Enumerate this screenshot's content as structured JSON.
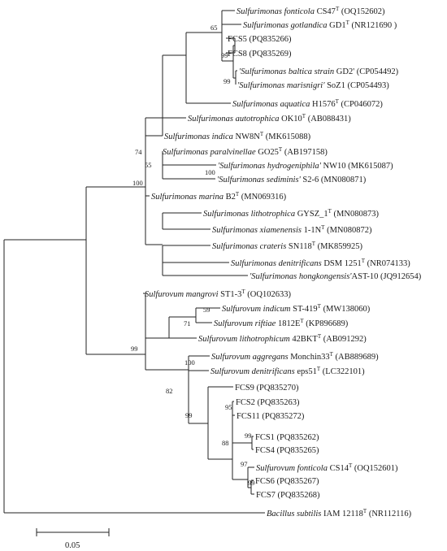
{
  "taxa": [
    {
      "id": "t1",
      "parts": [
        {
          "t": "Sulfurimonas fonticola",
          "i": true
        },
        {
          "t": " CS47"
        },
        {
          "t": "T",
          "s": true
        },
        {
          "t": " (OQ152602)"
        }
      ]
    },
    {
      "id": "t2",
      "parts": [
        {
          "t": "Sulfurimonas gotlandica",
          "i": true
        },
        {
          "t": " GD1"
        },
        {
          "t": "T",
          "s": true
        },
        {
          "t": " (NR121690 )"
        }
      ]
    },
    {
      "id": "t3",
      "parts": [
        {
          "t": "FCS5 (PQ835266)"
        }
      ]
    },
    {
      "id": "t4",
      "parts": [
        {
          "t": "FCS8 (PQ835269)"
        }
      ]
    },
    {
      "id": "t5",
      "parts": [
        {
          "t": "'Sulfurimonas baltica strain",
          "i": true
        },
        {
          "t": " GD2' (CP054492)"
        }
      ]
    },
    {
      "id": "t6",
      "parts": [
        {
          "t": "'Sulfurimonas marisnigri'",
          "i": true
        },
        {
          "t": " SoZ1 (CP054493)"
        }
      ]
    },
    {
      "id": "t7",
      "parts": [
        {
          "t": "Sulfurimonas aquatica",
          "i": true
        },
        {
          "t": " H1576"
        },
        {
          "t": "T",
          "s": true
        },
        {
          "t": " (CP046072)"
        }
      ]
    },
    {
      "id": "t8",
      "parts": [
        {
          "t": "Sulfurimonas autotrophica",
          "i": true
        },
        {
          "t": " OK10"
        },
        {
          "t": "T",
          "s": true
        },
        {
          "t": " (AB088431)"
        }
      ]
    },
    {
      "id": "t9",
      "parts": [
        {
          "t": "Sulfurimonas indica",
          "i": true
        },
        {
          "t": " NW8N"
        },
        {
          "t": "T",
          "s": true
        },
        {
          "t": " (MK615088)"
        }
      ]
    },
    {
      "id": "t10",
      "parts": [
        {
          "t": "Sulfurimonas paralvinellae",
          "i": true
        },
        {
          "t": " GO25"
        },
        {
          "t": "T",
          "s": true
        },
        {
          "t": " (AB197158)"
        }
      ]
    },
    {
      "id": "t11",
      "parts": [
        {
          "t": "'Sulfurimonas hydrogeniphila'",
          "i": true
        },
        {
          "t": " NW10 (MK615087)"
        }
      ]
    },
    {
      "id": "t12",
      "parts": [
        {
          "t": "'Sulfurimonas sediminis'",
          "i": true
        },
        {
          "t": " S2-6 (MN080871)"
        }
      ]
    },
    {
      "id": "t13",
      "parts": [
        {
          "t": "Sulfurimonas marina",
          "i": true
        },
        {
          "t": " B2"
        },
        {
          "t": "T",
          "s": true
        },
        {
          "t": " (MN069316)"
        }
      ]
    },
    {
      "id": "t14",
      "parts": [
        {
          "t": "Sulfurimonas lithotrophica",
          "i": true
        },
        {
          "t": " GYSZ_1"
        },
        {
          "t": "T",
          "s": true
        },
        {
          "t": " (MN080873)"
        }
      ]
    },
    {
      "id": "t15",
      "parts": [
        {
          "t": "Sulfurimonas xiamenensis",
          "i": true
        },
        {
          "t": " 1-1N"
        },
        {
          "t": "T",
          "s": true
        },
        {
          "t": " (MN080872)"
        }
      ]
    },
    {
      "id": "t16",
      "parts": [
        {
          "t": "Sulfurimonas crateris",
          "i": true
        },
        {
          "t": " SN118"
        },
        {
          "t": "T",
          "s": true
        },
        {
          "t": " (MK859925)"
        }
      ]
    },
    {
      "id": "t17",
      "parts": [
        {
          "t": "Sulfurimonas denitrificans",
          "i": true
        },
        {
          "t": " DSM 1251"
        },
        {
          "t": "T",
          "s": true
        },
        {
          "t": " (NR074133)"
        }
      ]
    },
    {
      "id": "t18",
      "parts": [
        {
          "t": "'Sulfurimonas hongkongensis'",
          "i": true
        },
        {
          "t": "AST-10 (JQ912654)"
        }
      ]
    },
    {
      "id": "t19",
      "parts": [
        {
          "t": "Sulfurovum mangrovi",
          "i": true
        },
        {
          "t": " ST1-3"
        },
        {
          "t": "T",
          "s": true
        },
        {
          "t": " (OQ102633)"
        }
      ]
    },
    {
      "id": "t20",
      "parts": [
        {
          "t": "Sulfurovum indicum",
          "i": true
        },
        {
          "t": " ST-419"
        },
        {
          "t": "T",
          "s": true
        },
        {
          "t": " (MW138060)"
        }
      ]
    },
    {
      "id": "t21",
      "parts": [
        {
          "t": "Sulfurovum riftiae",
          "i": true
        },
        {
          "t": " 1812E"
        },
        {
          "t": "T",
          "s": true
        },
        {
          "t": " (KP896689)"
        }
      ]
    },
    {
      "id": "t22",
      "parts": [
        {
          "t": "Sulfurovum lithotrophicum",
          "i": true
        },
        {
          "t": " 42BKT"
        },
        {
          "t": "T",
          "s": true
        },
        {
          "t": " (AB091292)"
        }
      ]
    },
    {
      "id": "t23",
      "parts": [
        {
          "t": "Sulfurovum aggregans",
          "i": true
        },
        {
          "t": " Monchin33"
        },
        {
          "t": "T",
          "s": true
        },
        {
          "t": " (AB889689)"
        }
      ]
    },
    {
      "id": "t24",
      "parts": [
        {
          "t": "Sulfurovum denitrificans",
          "i": true
        },
        {
          "t": " eps51"
        },
        {
          "t": "T",
          "s": true
        },
        {
          "t": " (LC322101)"
        }
      ]
    },
    {
      "id": "t25",
      "parts": [
        {
          "t": "FCS9 (PQ835270)"
        }
      ]
    },
    {
      "id": "t26",
      "parts": [
        {
          "t": "FCS2 (PQ835263)"
        }
      ]
    },
    {
      "id": "t27",
      "parts": [
        {
          "t": "FCS11 (PQ835272)"
        }
      ]
    },
    {
      "id": "t28",
      "parts": [
        {
          "t": "FCS1 (PQ835262)"
        }
      ]
    },
    {
      "id": "t29",
      "parts": [
        {
          "t": "FCS4 (PQ835265)"
        }
      ]
    },
    {
      "id": "t30",
      "parts": [
        {
          "t": "Sulfurovum fonticola",
          "i": true
        },
        {
          "t": " CS14"
        },
        {
          "t": "T",
          "s": true
        },
        {
          "t": " (OQ152601)"
        }
      ]
    },
    {
      "id": "t31",
      "parts": [
        {
          "t": "FCS6 (PQ835267)"
        }
      ]
    },
    {
      "id": "t32",
      "parts": [
        {
          "t": "FCS7 (PQ835268)"
        }
      ]
    },
    {
      "id": "t33",
      "parts": [
        {
          "t": "Bacillus subtilis",
          "i": true
        },
        {
          "t": " IAM 12118"
        },
        {
          "t": "T",
          "s": true
        },
        {
          "t": " (NR112116)"
        }
      ]
    }
  ],
  "bootstraps": [
    "65",
    "99",
    "99",
    "74",
    "55",
    "100",
    "100",
    "59",
    "71",
    "99",
    "100",
    "82",
    "99",
    "95",
    "88",
    "99",
    "97",
    "99"
  ],
  "scale_bar": {
    "label": "0.05"
  }
}
